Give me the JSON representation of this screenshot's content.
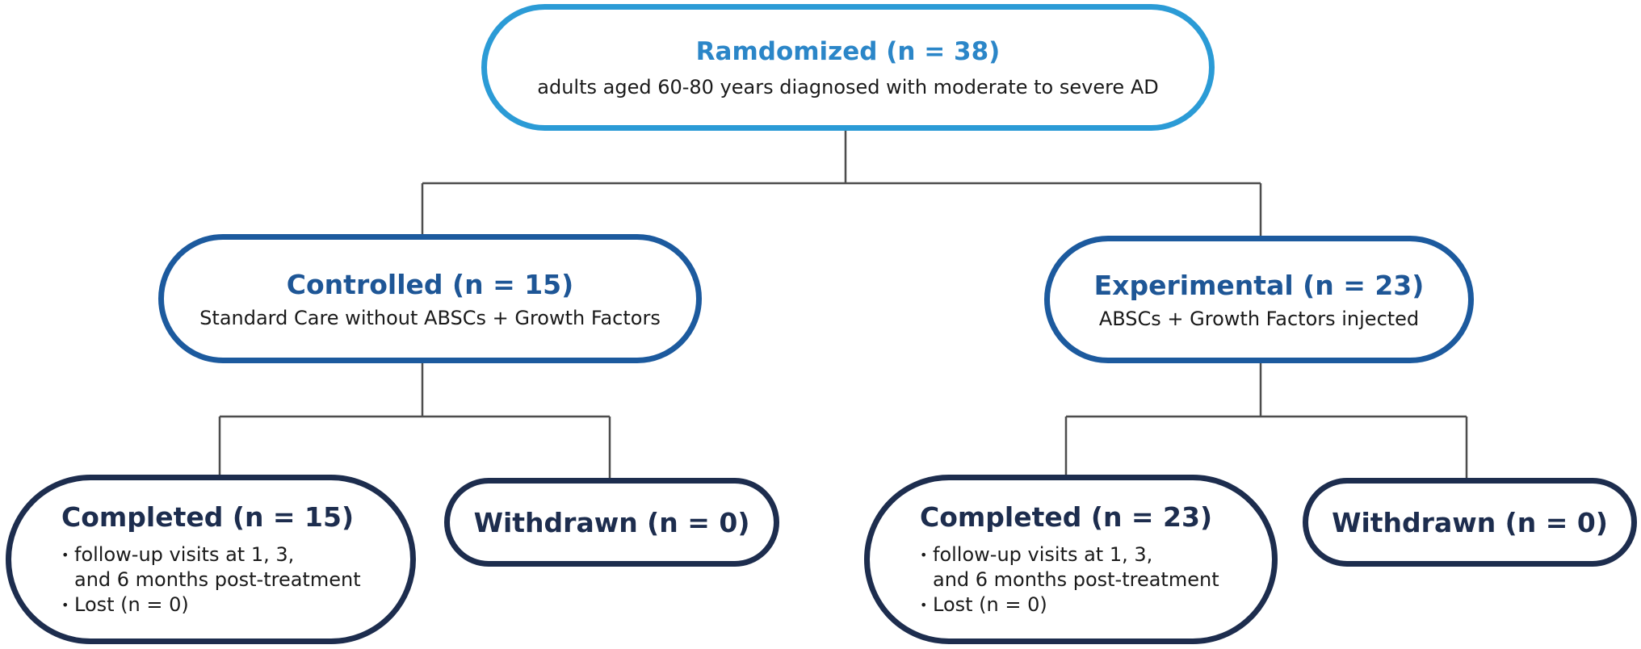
{
  "root": {
    "title": "Ramdomized (n = 38)",
    "subtitle": "adults aged 60-80 years diagnosed with moderate to severe AD"
  },
  "control": {
    "title": "Controlled (n = 15)",
    "subtitle": "Standard Care without ABSCs + Growth Factors",
    "completed": {
      "title": "Completed (n = 15)",
      "bullets": [
        "follow-up visits at 1, 3,\nand 6 months post-treatment",
        "Lost (n = 0)"
      ]
    },
    "withdrawn": {
      "title": "Withdrawn (n = 0)"
    }
  },
  "experimental": {
    "title": "Experimental (n = 23)",
    "subtitle": "ABSCs + Growth Factors injected",
    "completed": {
      "title": "Completed (n = 23)",
      "bullets": [
        "follow-up visits at 1, 3,\nand 6 months post-treatment",
        "Lost (n = 0)"
      ]
    },
    "withdrawn": {
      "title": "Withdrawn (n = 0)"
    }
  },
  "colors": {
    "level1": "#2b9bd6",
    "level2": "#1c5a9e",
    "level3": "#1d2d4e",
    "connector": "#4d4d4d"
  }
}
